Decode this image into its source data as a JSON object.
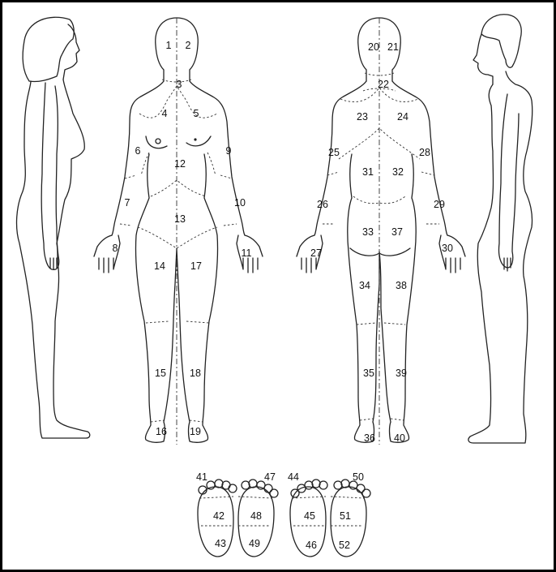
{
  "diagram": {
    "front_regions": [
      {
        "id": "r1",
        "label": "1"
      },
      {
        "id": "r2",
        "label": "2"
      },
      {
        "id": "r3",
        "label": "3"
      },
      {
        "id": "r4",
        "label": "4"
      },
      {
        "id": "r5",
        "label": "5"
      },
      {
        "id": "r6",
        "label": "6"
      },
      {
        "id": "r7",
        "label": "7"
      },
      {
        "id": "r8",
        "label": "8"
      },
      {
        "id": "r9",
        "label": "9"
      },
      {
        "id": "r10",
        "label": "10"
      },
      {
        "id": "r11",
        "label": "11"
      },
      {
        "id": "r12",
        "label": "12"
      },
      {
        "id": "r13",
        "label": "13"
      },
      {
        "id": "r14",
        "label": "14"
      },
      {
        "id": "r15",
        "label": "15"
      },
      {
        "id": "r16",
        "label": "16"
      },
      {
        "id": "r17",
        "label": "17"
      },
      {
        "id": "r18",
        "label": "18"
      },
      {
        "id": "r19",
        "label": "19"
      }
    ],
    "back_regions": [
      {
        "id": "r20",
        "label": "20"
      },
      {
        "id": "r21",
        "label": "21"
      },
      {
        "id": "r22",
        "label": "22"
      },
      {
        "id": "r23",
        "label": "23"
      },
      {
        "id": "r24",
        "label": "24"
      },
      {
        "id": "r25",
        "label": "25"
      },
      {
        "id": "r26",
        "label": "26"
      },
      {
        "id": "r27",
        "label": "27"
      },
      {
        "id": "r28",
        "label": "28"
      },
      {
        "id": "r29",
        "label": "29"
      },
      {
        "id": "r30",
        "label": "30"
      },
      {
        "id": "r31",
        "label": "31"
      },
      {
        "id": "r32",
        "label": "32"
      },
      {
        "id": "r33",
        "label": "33"
      },
      {
        "id": "r34",
        "label": "34"
      },
      {
        "id": "r35",
        "label": "35"
      },
      {
        "id": "r36",
        "label": "36"
      },
      {
        "id": "r37",
        "label": "37"
      },
      {
        "id": "r38",
        "label": "38"
      },
      {
        "id": "r39",
        "label": "39"
      },
      {
        "id": "r40",
        "label": "40"
      }
    ],
    "sole_regions": [
      {
        "id": "r41",
        "label": "41"
      },
      {
        "id": "r42",
        "label": "42"
      },
      {
        "id": "r43",
        "label": "43"
      },
      {
        "id": "r44",
        "label": "44"
      },
      {
        "id": "r45",
        "label": "45"
      },
      {
        "id": "r46",
        "label": "46"
      },
      {
        "id": "r47",
        "label": "47"
      },
      {
        "id": "r48",
        "label": "48"
      },
      {
        "id": "r49",
        "label": "49"
      },
      {
        "id": "r50",
        "label": "50"
      },
      {
        "id": "r51",
        "label": "51"
      },
      {
        "id": "r52",
        "label": "52"
      }
    ]
  }
}
